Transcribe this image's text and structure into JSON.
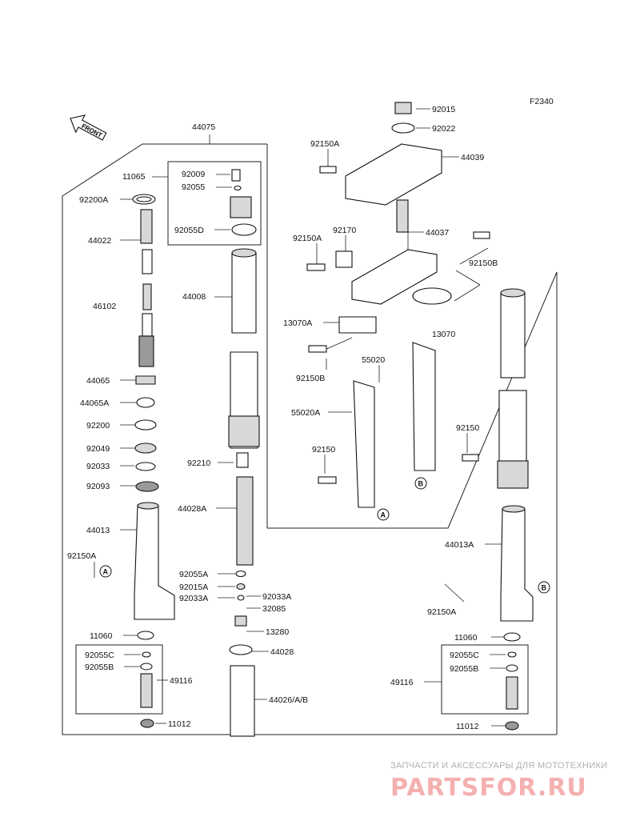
{
  "diagram": {
    "code": "F2340",
    "front_label": "FRONT",
    "labels": [
      {
        "id": "l-44075",
        "text": "44075"
      },
      {
        "id": "l-11065",
        "text": "11065"
      },
      {
        "id": "l-92009",
        "text": "92009"
      },
      {
        "id": "l-92055",
        "text": "92055"
      },
      {
        "id": "l-92200A",
        "text": "92200A"
      },
      {
        "id": "l-92055D",
        "text": "92055D"
      },
      {
        "id": "l-44022",
        "text": "44022"
      },
      {
        "id": "l-46102",
        "text": "46102"
      },
      {
        "id": "l-44008",
        "text": "44008"
      },
      {
        "id": "l-44065",
        "text": "44065"
      },
      {
        "id": "l-44065A",
        "text": "44065A"
      },
      {
        "id": "l-92200",
        "text": "92200"
      },
      {
        "id": "l-92049",
        "text": "92049"
      },
      {
        "id": "l-92033",
        "text": "92033"
      },
      {
        "id": "l-92093",
        "text": "92093"
      },
      {
        "id": "l-92210",
        "text": "92210"
      },
      {
        "id": "l-44028A",
        "text": "44028A"
      },
      {
        "id": "l-44013",
        "text": "44013"
      },
      {
        "id": "l-92150A-l",
        "text": "92150A"
      },
      {
        "id": "l-92055A",
        "text": "92055A"
      },
      {
        "id": "l-92015A",
        "text": "92015A"
      },
      {
        "id": "l-92033A-l",
        "text": "92033A"
      },
      {
        "id": "l-92033A-r",
        "text": "92033A"
      },
      {
        "id": "l-32085",
        "text": "32085"
      },
      {
        "id": "l-13280",
        "text": "13280"
      },
      {
        "id": "l-11060-l",
        "text": "11060"
      },
      {
        "id": "l-44028",
        "text": "44028"
      },
      {
        "id": "l-92055C-l",
        "text": "92055C"
      },
      {
        "id": "l-92055B-l",
        "text": "92055B"
      },
      {
        "id": "l-49116-l",
        "text": "49116"
      },
      {
        "id": "l-44026",
        "text": "44026/A/B"
      },
      {
        "id": "l-11012-l",
        "text": "11012"
      },
      {
        "id": "l-92015",
        "text": "92015"
      },
      {
        "id": "l-92022",
        "text": "92022"
      },
      {
        "id": "l-92150A-t",
        "text": "92150A"
      },
      {
        "id": "l-44039",
        "text": "44039"
      },
      {
        "id": "l-92170",
        "text": "92170"
      },
      {
        "id": "l-92150A-m",
        "text": "92150A"
      },
      {
        "id": "l-44037",
        "text": "44037"
      },
      {
        "id": "l-92150B-r",
        "text": "92150B"
      },
      {
        "id": "l-13070A",
        "text": "13070A"
      },
      {
        "id": "l-13070",
        "text": "13070"
      },
      {
        "id": "l-55020",
        "text": "55020"
      },
      {
        "id": "l-92150B-m",
        "text": "92150B"
      },
      {
        "id": "l-55020A",
        "text": "55020A"
      },
      {
        "id": "l-92150-l",
        "text": "92150"
      },
      {
        "id": "l-92150-r",
        "text": "92150"
      },
      {
        "id": "l-44013A",
        "text": "44013A"
      },
      {
        "id": "l-92150A-r",
        "text": "92150A"
      },
      {
        "id": "l-11060-r",
        "text": "11060"
      },
      {
        "id": "l-92055C-r",
        "text": "92055C"
      },
      {
        "id": "l-92055B-r",
        "text": "92055B"
      },
      {
        "id": "l-49116-r",
        "text": "49116"
      },
      {
        "id": "l-11012-r",
        "text": "11012"
      }
    ],
    "callouts": {
      "a": "A",
      "b": "B"
    }
  },
  "watermark": {
    "tagline": "ЗАПЧАСТИ И АКСЕССУАРЫ ДЛЯ МОТОТЕХНИКИ",
    "brand": "PARTSFOR.RU"
  }
}
